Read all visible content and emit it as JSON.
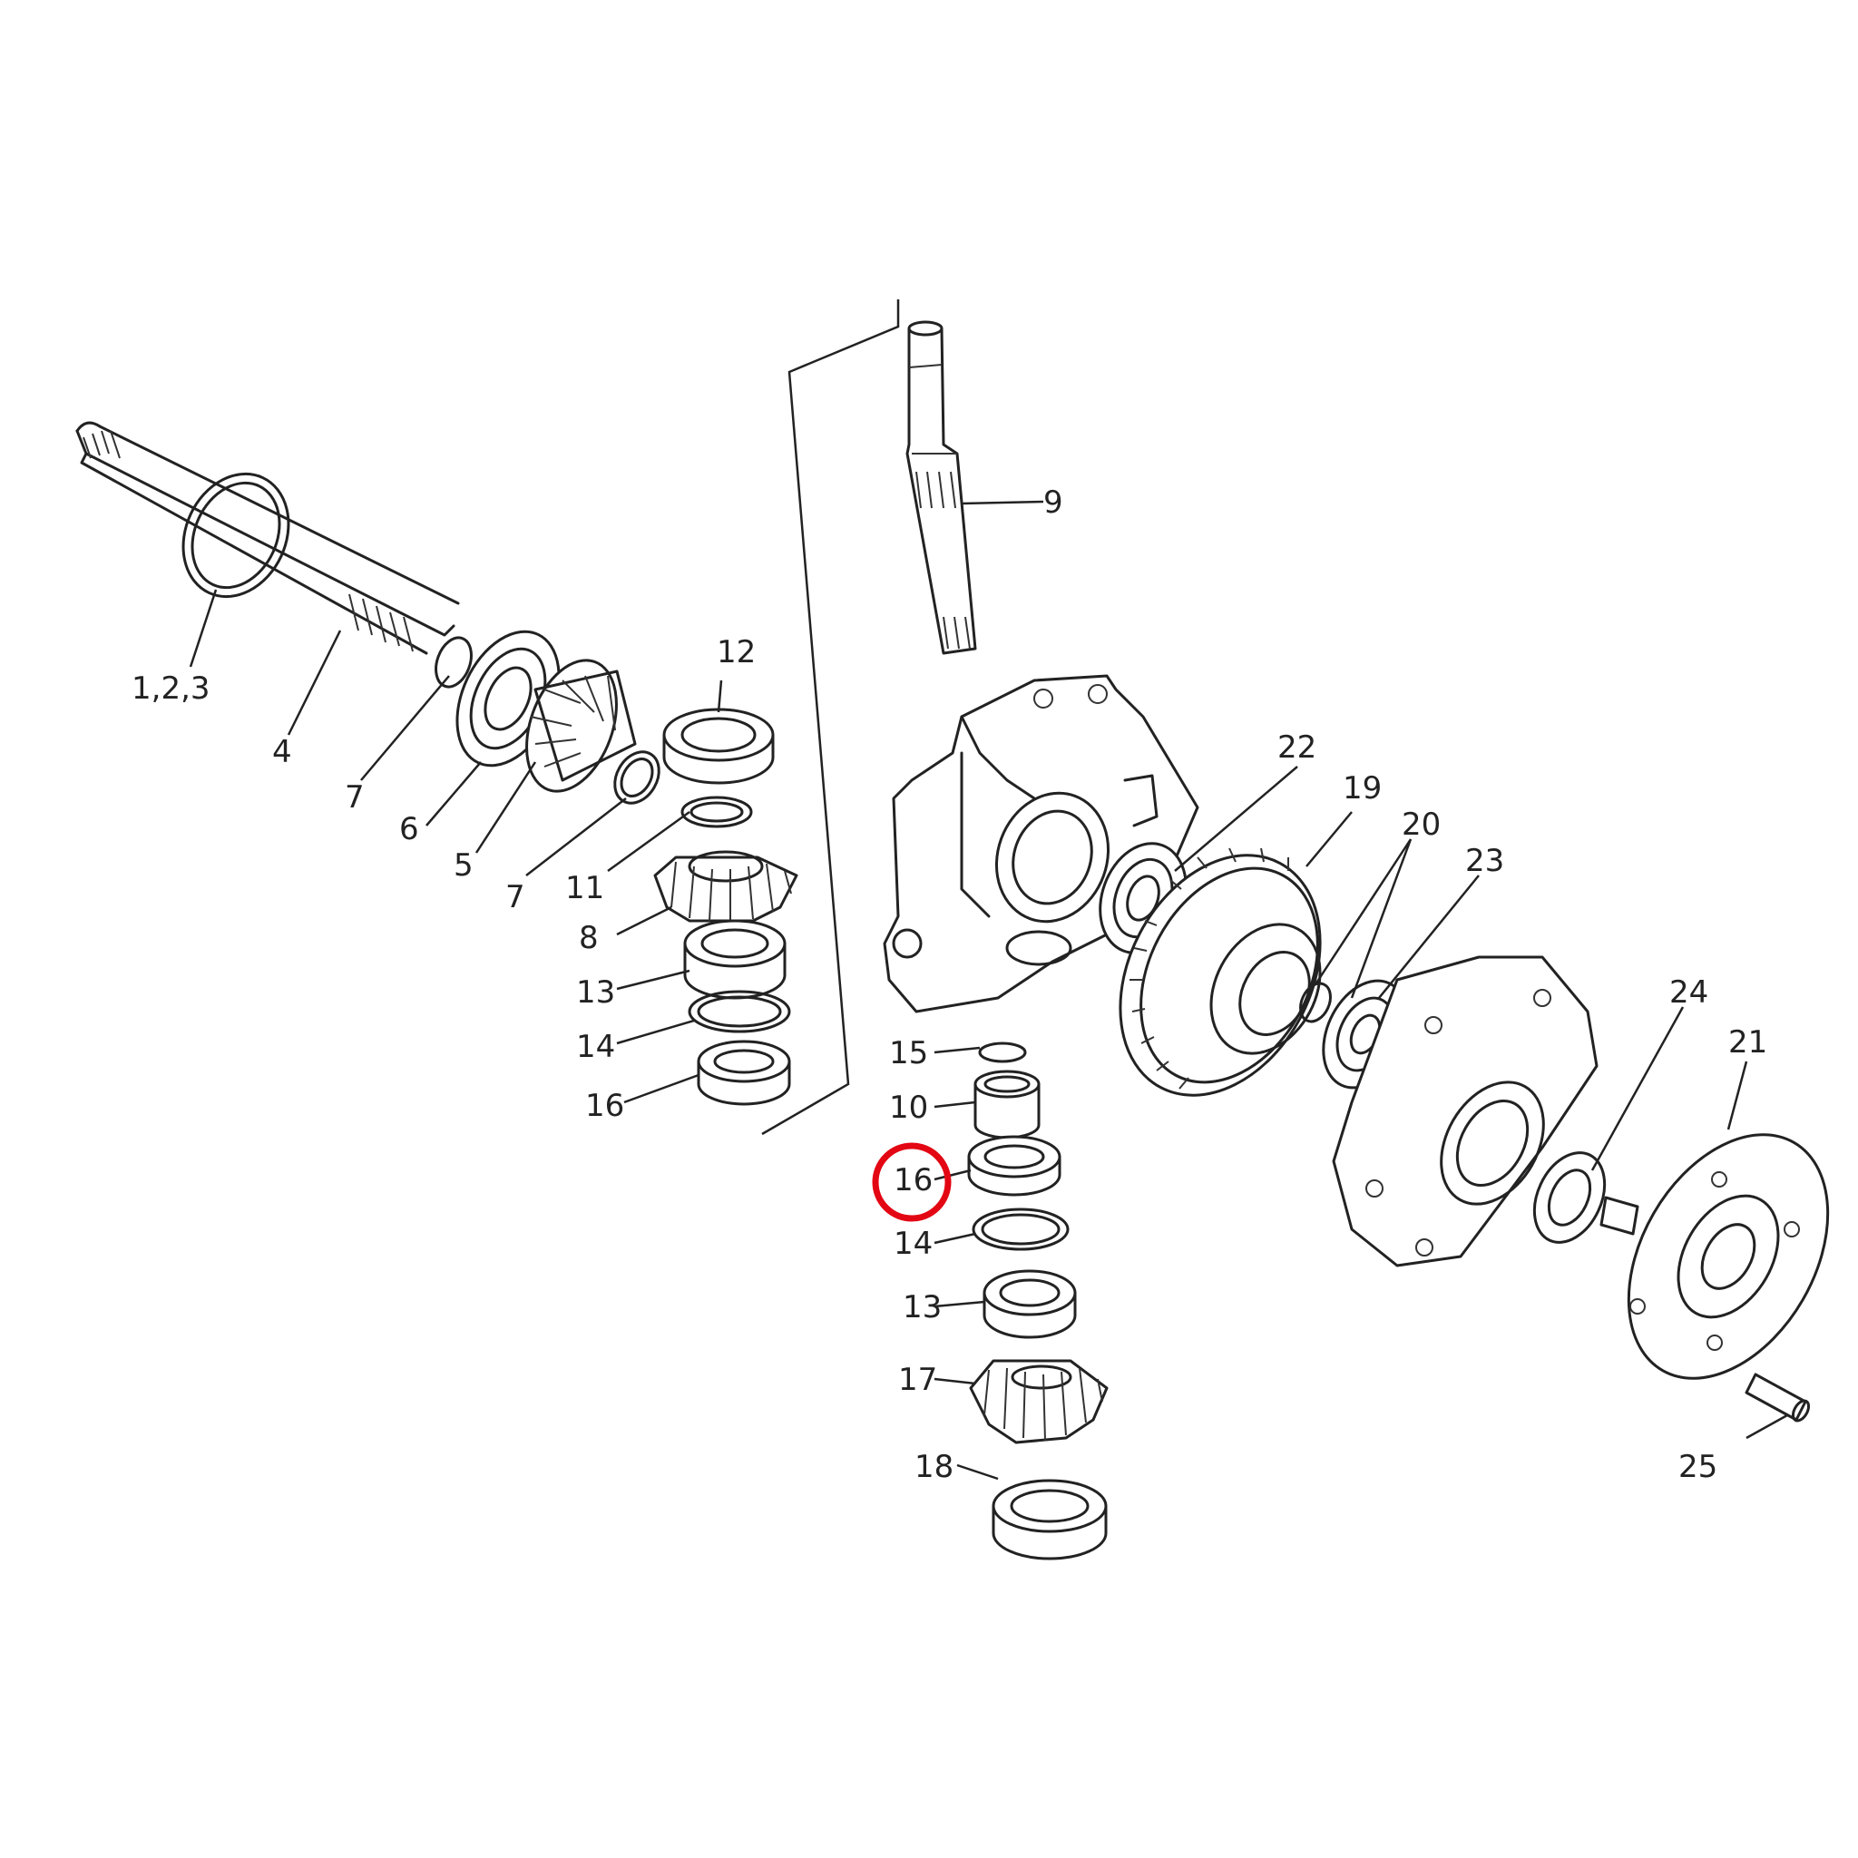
{
  "callouts": {
    "c123": "1,2,3",
    "c4": "4",
    "c5": "5",
    "c6": "6",
    "c7a": "7",
    "c7b": "7",
    "c8": "8",
    "c9": "9",
    "c10": "10",
    "c11": "11",
    "c12": "12",
    "c13a": "13",
    "c13b": "13",
    "c14a": "14",
    "c14b": "14",
    "c15": "15",
    "c16a": "16",
    "c16b": "16",
    "c17": "17",
    "c18": "18",
    "c19": "19",
    "c20": "20",
    "c21": "21",
    "c22": "22",
    "c23": "23",
    "c24": "24",
    "c25": "25"
  },
  "highlight": {
    "callout": "16",
    "color": "#e30613"
  }
}
